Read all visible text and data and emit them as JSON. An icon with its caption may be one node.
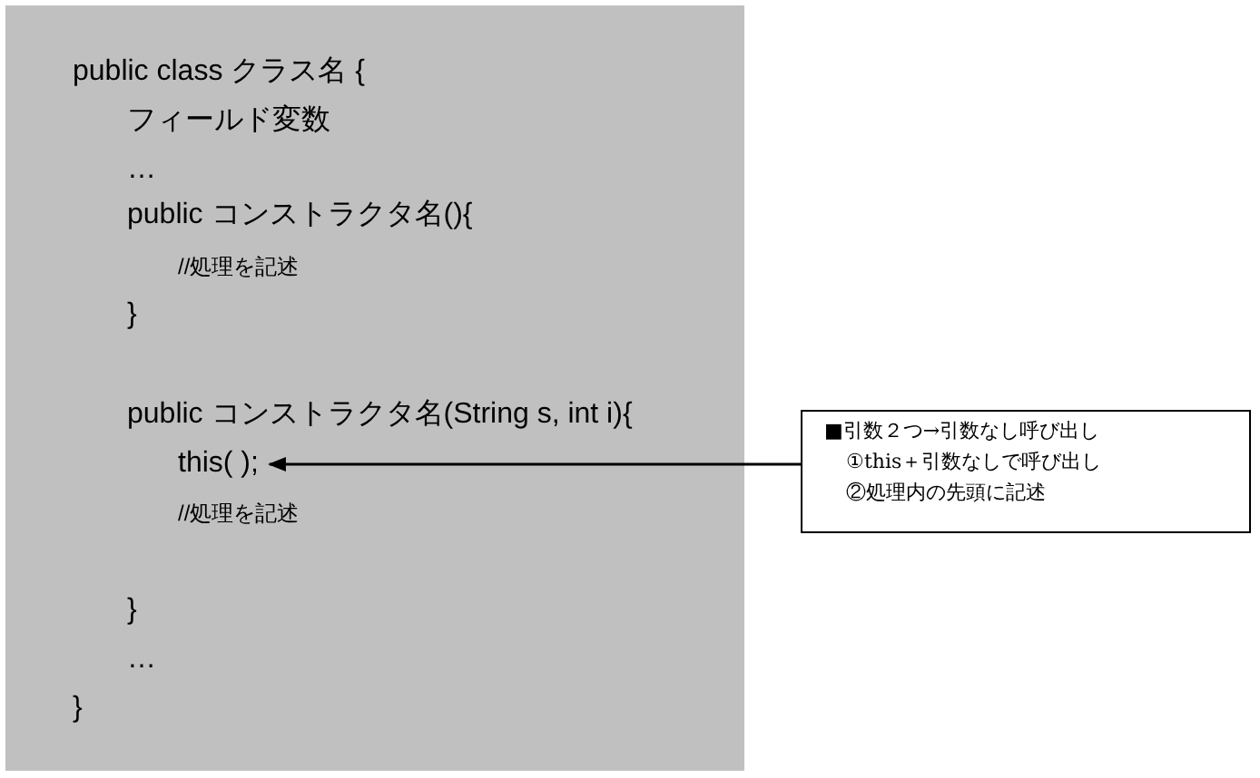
{
  "diagram": {
    "nodes": [
      {
        "text": [
          "public class クラス名 {",
          "フィールド変数",
          "…",
          "public コンストラクタ名(){",
          "//処理を記述",
          "}",
          "public コンストラクタ名(String s, int i){",
          "//処理を記述",
          "}",
          "…",
          "}"
        ]
      },
      {
        "text": [
          "this( );"
        ],
        "in": 0
      },
      {
        "text": [
          "■引数２つ→引数なし呼び出し",
          "①this＋引数なしで呼び出し",
          "②処理内の先頭に記述"
        ]
      }
    ],
    "edges": [
      {
        "from": 2,
        "to": 1,
        "arrow": "to"
      }
    ]
  }
}
